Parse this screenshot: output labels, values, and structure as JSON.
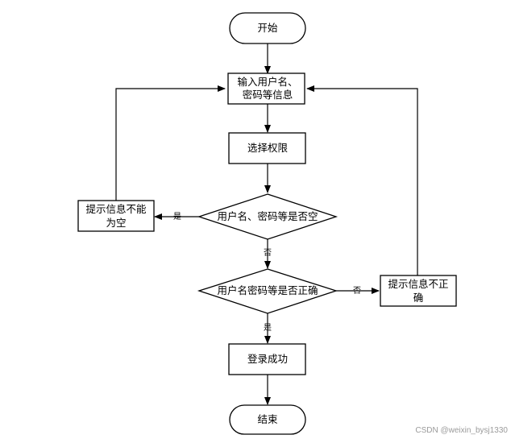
{
  "flowchart": {
    "start": "开始",
    "input_line1": "输入用户名、",
    "input_line2": "密码等信息",
    "select_role": "选择权限",
    "decision_empty": "用户名、密码等是否空",
    "empty_tip_line1": "提示信息不能",
    "empty_tip_line2": "为空",
    "decision_correct": "用户名密码等是否正确",
    "wrong_tip_line1": "提示信息不正",
    "wrong_tip_line2": "确",
    "login_success": "登录成功",
    "end": "结束",
    "label_yes_1": "是",
    "label_no_1": "否",
    "label_no_2": "否",
    "label_yes_2": "是"
  },
  "watermark": "CSDN @weixin_bysj1330"
}
